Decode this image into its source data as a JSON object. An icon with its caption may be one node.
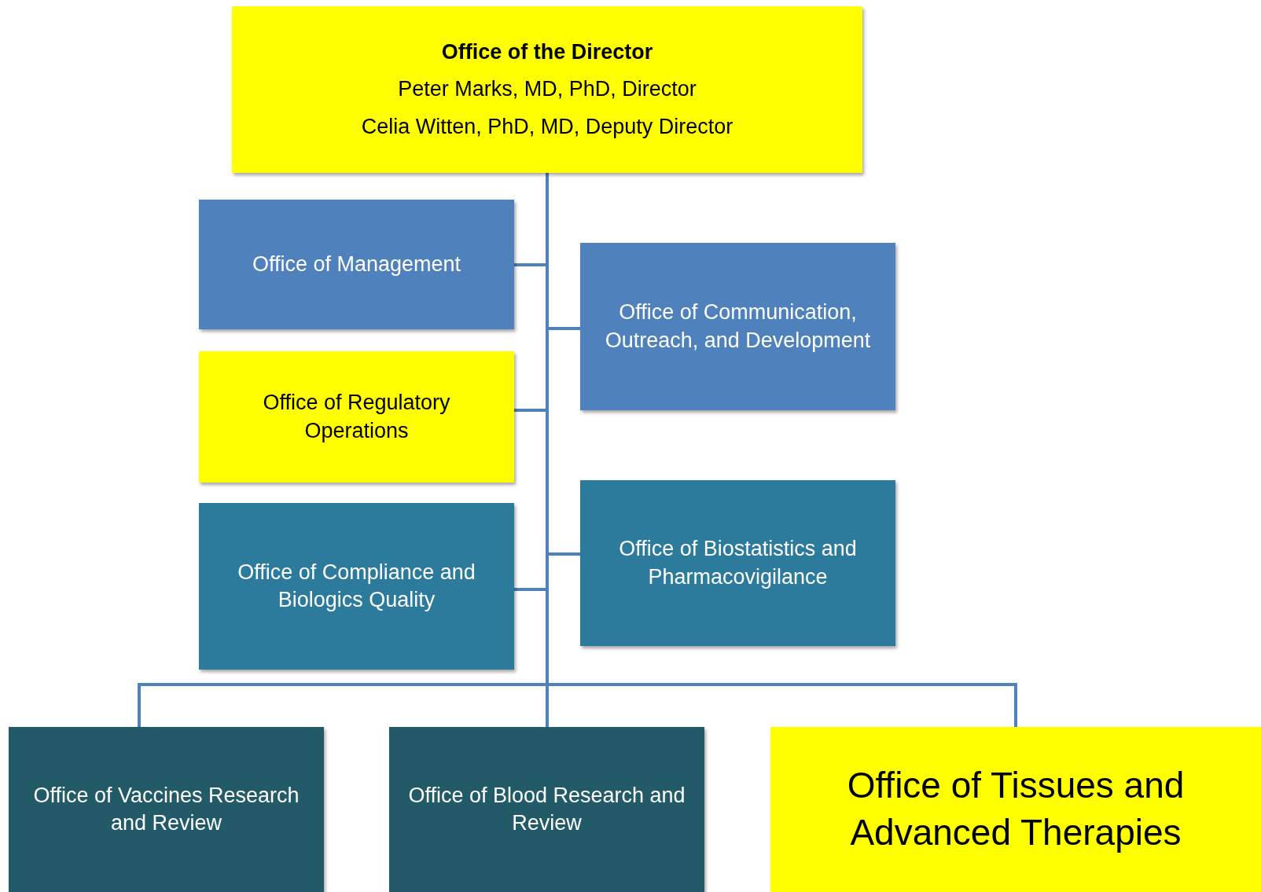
{
  "diagram": {
    "nodes": [
      {
        "text": [
          "Office of the Director",
          "Peter Marks, MD, PhD, Director",
          "Celia Witten, PhD, MD, Deputy Director"
        ]
      },
      {
        "text": [
          "Office of Management"
        ]
      },
      {
        "text": [
          "Office of Communication, Outreach, and Development"
        ]
      },
      {
        "text": [
          "Office of Regulatory Operations"
        ]
      },
      {
        "text": [
          "Office of Biostatistics and Pharmacovigilance"
        ]
      },
      {
        "text": [
          "Office of Compliance and Biologics Quality"
        ]
      },
      {
        "text": [
          "Office of Vaccines Research and Review"
        ]
      },
      {
        "text": [
          "Office of Blood Research and Review"
        ]
      },
      {
        "text": [
          "Office of Tissues and Advanced Therapies"
        ]
      }
    ],
    "edges": [
      {
        "from": 0,
        "to": 1,
        "arrow": "none"
      },
      {
        "from": 0,
        "to": 2,
        "arrow": "none"
      },
      {
        "from": 0,
        "to": 3,
        "arrow": "none"
      },
      {
        "from": 0,
        "to": 4,
        "arrow": "none"
      },
      {
        "from": 0,
        "to": 5,
        "arrow": "none"
      },
      {
        "from": 0,
        "to": 6,
        "arrow": "none"
      },
      {
        "from": 0,
        "to": 7,
        "arrow": "none"
      },
      {
        "from": 0,
        "to": 8,
        "arrow": "none"
      }
    ]
  }
}
